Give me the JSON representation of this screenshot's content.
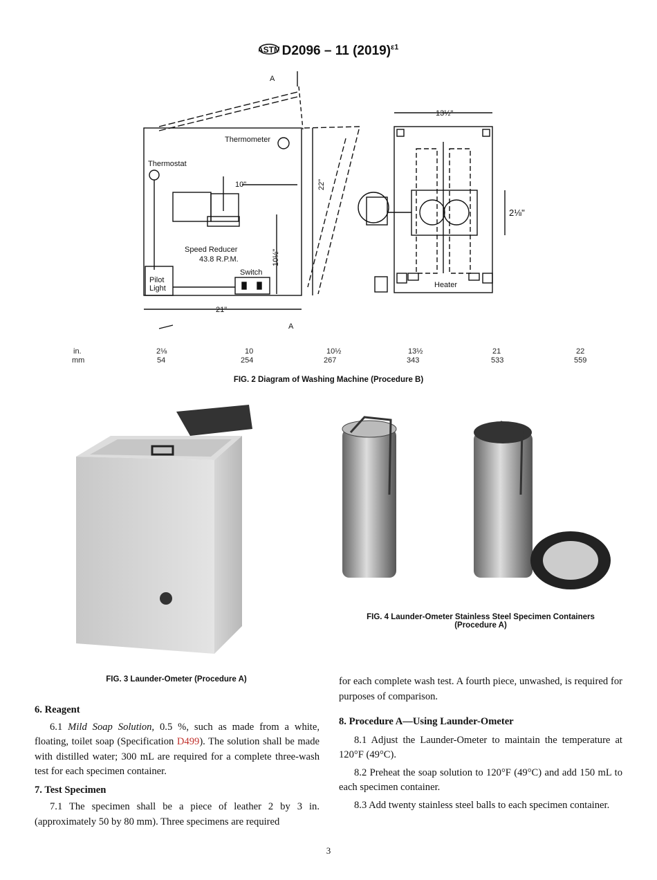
{
  "header": {
    "logo_text": "ASTM",
    "designation": "D2096 – 11 (2019)",
    "superscript": "ε1"
  },
  "fig2": {
    "labels": {
      "thermometer": "Thermometer",
      "thermostat": "Thermostat",
      "dim_10": "10\"",
      "dim_22": "22\"",
      "speed_reducer": "Speed Reducer",
      "rpm": "43.8 R.P.M.",
      "dim_10_5": "10½\"",
      "pilot": "Pilot",
      "light": "Light",
      "switch": "Switch",
      "dim_21": "21\"",
      "section_a": "A",
      "dim_13_5": "13½\"",
      "dim_2_1_8": "2⅛\"",
      "heater": "Heater"
    },
    "table": {
      "in": [
        "in.",
        "2⅛",
        "10",
        "10½",
        "13½",
        "21",
        "22"
      ],
      "mm": [
        "mm",
        "54",
        "254",
        "267",
        "343",
        "533",
        "559"
      ]
    },
    "caption": "FIG. 2 Diagram of Washing Machine (Procedure B)"
  },
  "fig3": {
    "caption": "FIG. 3 Launder-Ometer (Procedure A)"
  },
  "fig4": {
    "caption_line1": "FIG. 4 Launder-Ometer Stainless Steel Specimen Containers",
    "caption_line2": "(Procedure A)"
  },
  "sections": {
    "s6_title": "6. Reagent",
    "s6_1_num": "6.1 ",
    "s6_1_term": "Mild Soap Solution,",
    "s6_1_a": " 0.5 %, such as made from a white, floating, toilet soap (Specification ",
    "s6_1_link": "D499",
    "s6_1_b": "). The solution shall be made with distilled water; 300 mL are required for a complete three-wash test for each specimen container.",
    "s7_title": "7. Test Specimen",
    "s7_1": "7.1 The specimen shall be a piece of leather 2 by 3 in. (approximately 50 by 80 mm). Three specimens are required",
    "s7_1_cont": "for each complete wash test. A fourth piece, unwashed, is required for purposes of comparison.",
    "s8_title": "8. Procedure A—Using Launder-Ometer",
    "s8_1": "8.1 Adjust the Launder-Ometer to maintain the temperature at 120°F (49°C).",
    "s8_2": "8.2 Preheat the soap solution to 120°F (49°C) and add 150 mL to each specimen container.",
    "s8_3": "8.3 Add twenty stainless steel balls to each specimen container."
  },
  "page_number": "3"
}
